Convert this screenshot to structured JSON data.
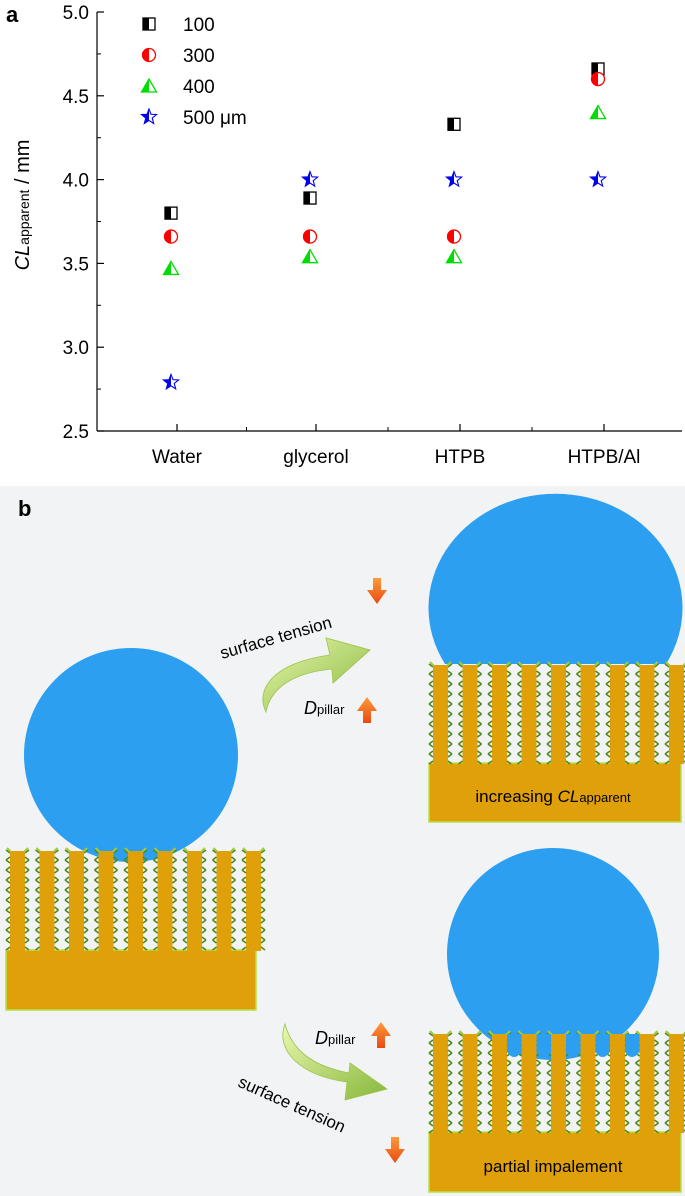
{
  "panels": {
    "a_label": "a",
    "b_label": "b"
  },
  "chart_data": {
    "type": "scatter",
    "ylabel_main": "CL",
    "ylabel_sub": "apparent",
    "ylabel_unit": " / mm",
    "ylim": [
      2.5,
      5.0
    ],
    "yticks": [
      "2.5",
      "3.0",
      "3.5",
      "4.0",
      "4.5",
      "5.0"
    ],
    "categories": [
      "Water",
      "glycerol",
      "HTPB",
      "HTPB/Al"
    ],
    "grid": false,
    "legend_position": "top-left",
    "series": [
      {
        "name": "100",
        "marker": "half-square",
        "color": "#000000",
        "values": [
          3.8,
          3.89,
          4.33,
          4.66
        ]
      },
      {
        "name": "300",
        "marker": "half-circle",
        "color": "#ff0000",
        "values": [
          3.66,
          3.66,
          3.66,
          4.6
        ]
      },
      {
        "name": "400",
        "marker": "half-triangle",
        "color": "#00dd00",
        "values": [
          3.47,
          3.54,
          3.54,
          4.4
        ]
      },
      {
        "name": "500 μm",
        "marker": "half-star",
        "color": "#0000ee",
        "values": [
          2.79,
          4.0,
          4.0,
          4.0
        ]
      }
    ]
  },
  "schematic": {
    "top_caption_main": "increasing ",
    "top_caption_italic": "CL",
    "top_caption_sub": "apparent",
    "bottom_caption": "partial impalement",
    "surface_tension": "surface tension",
    "dpillar_main": "D",
    "dpillar_sub": "pillar",
    "colors": {
      "droplet": "#2c9ff0",
      "substrate": "#e0a00a",
      "substrate_edge": "#b6e24a",
      "arrow": "#a8d84a",
      "indicator": "#f06018",
      "panel_bg": "#f2f3f4"
    }
  }
}
